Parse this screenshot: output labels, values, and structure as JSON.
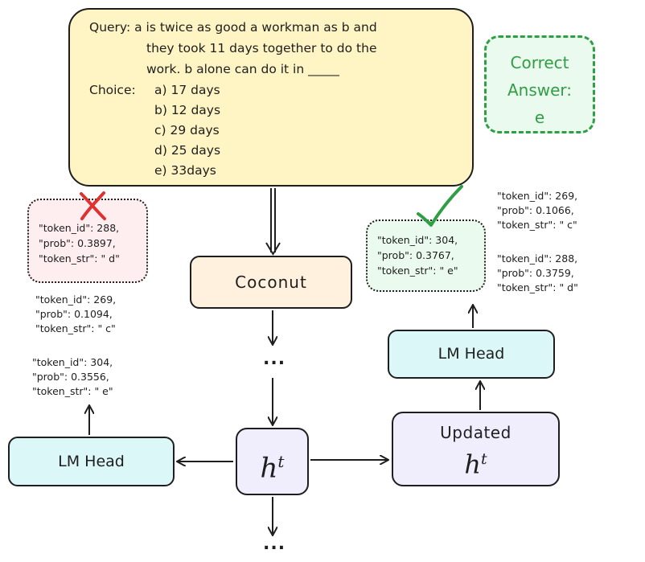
{
  "query": {
    "lines": [
      "Query: a is twice as good a workman as b and",
      "they took 11 days together to do the",
      "work. b alone can do it in _____"
    ],
    "choice_label": "Choice:",
    "choices": [
      "a) 17 days",
      "b) 12 days",
      "c) 29 days",
      "d) 25 days",
      "e) 33days"
    ]
  },
  "correct_answer": {
    "line1": "Correct",
    "line2": "Answer:",
    "line3": "e"
  },
  "wrong_token": [
    "\"token_id\": 288,",
    "\"prob\": 0.3897,",
    "\"token_str\": \" d\""
  ],
  "left_tokens": {
    "c": [
      "\"token_id\": 269,",
      "\"prob\": 0.1094,",
      "\"token_str\": \" c\""
    ],
    "e": [
      "\"token_id\": 304,",
      "\"prob\": 0.3556,",
      "\"token_str\": \" e\""
    ]
  },
  "right_token": [
    "\"token_id\": 304,",
    "\"prob\": 0.3767,",
    "\"token_str\": \" e\""
  ],
  "right_tokens": {
    "c": [
      "\"token_id\": 269,",
      "\"prob\": 0.1066,",
      "\"token_str\": \" c\""
    ],
    "d": [
      "\"token_id\": 288,",
      "\"prob\": 0.3759,",
      "\"token_str\": \" d\""
    ]
  },
  "nodes": {
    "coconut": "Coconut",
    "lm_head_left": "LM Head",
    "lm_head_right": "LM Head",
    "ht_base": "h",
    "ht_sup": "t",
    "updated_label": "Updated",
    "updated_ht_base": "h",
    "updated_ht_sup": "t",
    "ellipsis_mid": "...",
    "ellipsis_bottom": "..."
  },
  "colors": {
    "wrong": "#e03131",
    "right": "#2f9e44",
    "query_fill": "#fff4c3",
    "coconut_fill": "#fff1de",
    "lm_head_fill": "#dcf7f8",
    "state_fill": "#f0edfd"
  }
}
